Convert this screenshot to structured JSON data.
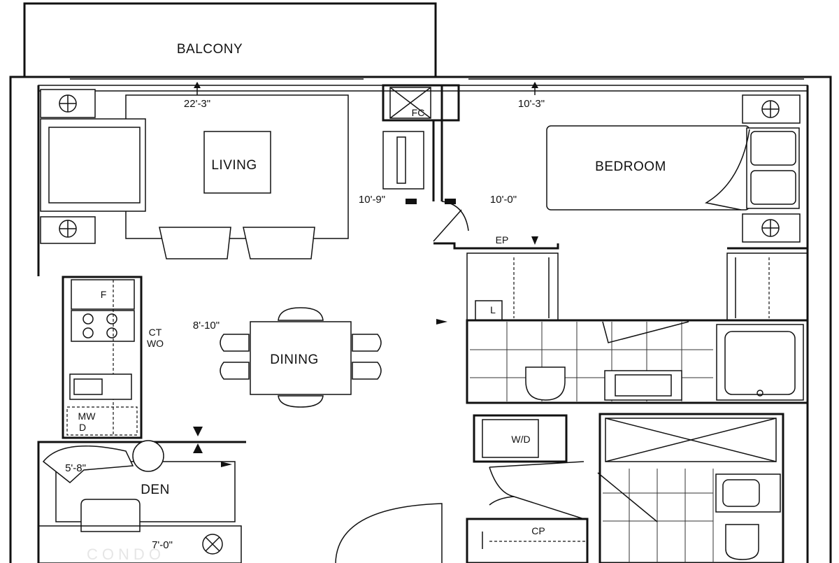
{
  "rooms": {
    "balcony": "BALCONY",
    "living": "LIVING",
    "bedroom": "BEDROOM",
    "dining": "DINING",
    "den": "DEN",
    "fc": "FC",
    "ep": "EP",
    "linen": "L",
    "fridge": "F",
    "counter_line1": "CT",
    "counter_line2": "WO",
    "mwd_line1": "MW",
    "mwd_line2": "D",
    "wd": "W/D",
    "cp": "CP"
  },
  "dimensions": {
    "living_width": "22'-3\"",
    "living_depth": "10'-9\"",
    "bedroom_width": "10'-3\"",
    "bedroom_depth": "10'-0\"",
    "dining": "8'-10\"",
    "den_width": "5'-8\"",
    "den_depth": "7'-0\""
  }
}
